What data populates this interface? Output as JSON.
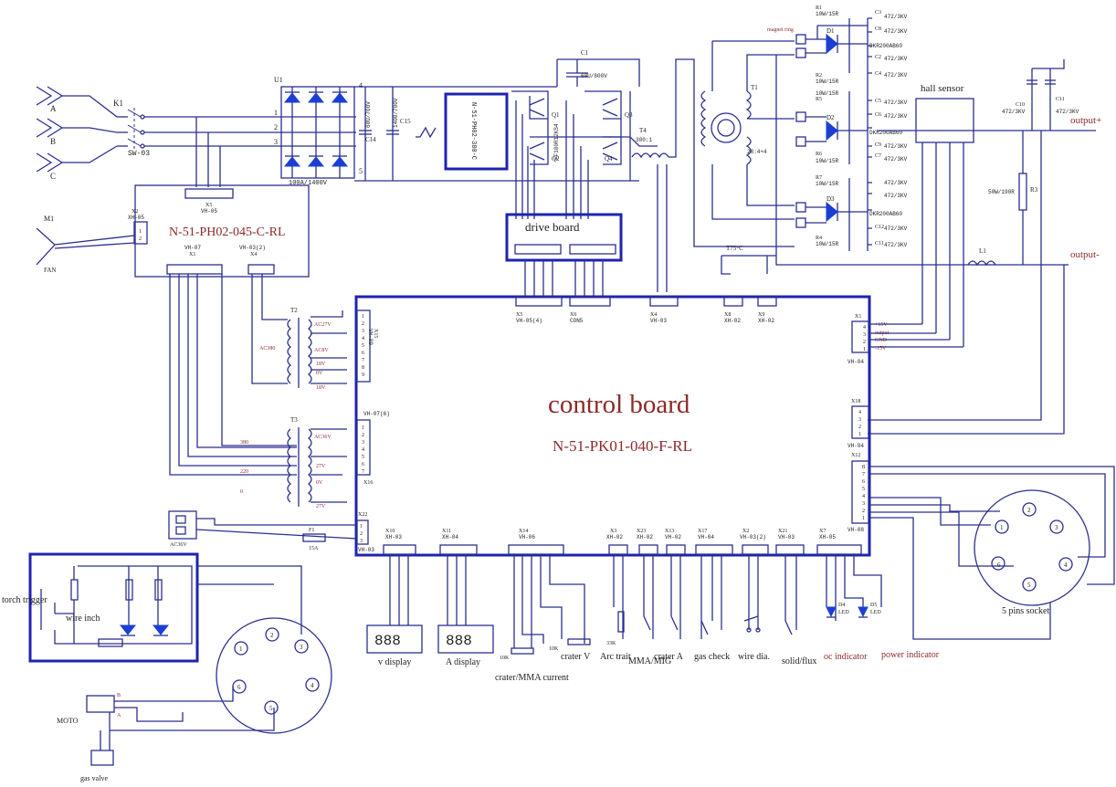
{
  "boards": {
    "control_title": "control board",
    "control_code": "N-51-PK01-040-F-RL",
    "power_code": "N-51-PH02-045-C-RL",
    "drive_title": "drive board",
    "module_code": "N-51-PH02-380-C"
  },
  "inputs": {
    "a": "A",
    "b": "B",
    "c": "C",
    "k1": "K1",
    "sw": "SW-03",
    "n1": "1",
    "n2": "2",
    "n3": "3",
    "n4": "4",
    "n5": "5"
  },
  "power": {
    "u1": "U1",
    "u1_rating": "100A/1400V",
    "c14": "C14",
    "c14_val": "60U/700V",
    "c15": "C15",
    "c15_val": "1400/700V",
    "x5": "X5",
    "x5_type": "VH-05",
    "x2": "X2",
    "x2_type": "XH-05",
    "x2_pins": [
      "1",
      "2"
    ],
    "m1": "M1",
    "fan": "FAN",
    "x1": "X1",
    "x1_type": "VH-07",
    "x4": "X4",
    "x4_type": "VH-03(2)"
  },
  "inverter": {
    "c1": "C1",
    "c1_val": "60U/800V",
    "q1": "Q1",
    "q2": "Q2",
    "q3": "Q3",
    "q4": "Q4",
    "igbt": "FF100R12KS4",
    "t4": "T4",
    "t4_ratio": "300:1",
    "t1": "T1",
    "t1_ratio": "28:4+4"
  },
  "rectifier": {
    "magnet": "magnet ring",
    "diodes": [
      "D1",
      "D2",
      "D3"
    ],
    "diode_type": "DKR200AB60",
    "resistors": [
      "R1",
      "R2",
      "R5",
      "R6",
      "R7",
      "R4"
    ],
    "r_val": "10W/15R",
    "caps": [
      "C3",
      "C8",
      "C2",
      "C4",
      "C5",
      "C6",
      "C9",
      "C7",
      "C12",
      "C11"
    ],
    "c_val": "472/3KV",
    "c10": "C10",
    "c11b": "C11",
    "r3": "R3",
    "r3_val": "50W/190R",
    "l1": "L1",
    "hall": "hall sensor",
    "out_pos": "output+",
    "out_neg": "output-",
    "t75": "T75°C"
  },
  "transformers": {
    "t2": "T2",
    "t2_ac": "AC380",
    "t2_taps": [
      "AC27V",
      "AC8V",
      "18V",
      "0V",
      "18V"
    ],
    "t3": "T3",
    "t3_in": [
      "380",
      "220",
      "0"
    ],
    "t3_taps": [
      "AC36V",
      "27V",
      "0V",
      "27V"
    ],
    "x15": "X15",
    "x15_type": "VH-09",
    "x16": "X16",
    "x16_type": "VH-07(6)",
    "pins9": [
      "1",
      "2",
      "3",
      "4",
      "5",
      "6",
      "7",
      "8",
      "9"
    ],
    "pins7": [
      "1",
      "2",
      "3",
      "4",
      "5",
      "6",
      "7"
    ]
  },
  "control_connectors": {
    "top": [
      {
        "id": "X5",
        "type": "VH-05(4)"
      },
      {
        "id": "X6",
        "type": "CON5"
      },
      {
        "id": "X4",
        "type": "VH-03"
      },
      {
        "id": "X8",
        "type": "XH-02"
      },
      {
        "id": "X9",
        "type": "XH-02"
      }
    ],
    "x1": "X1",
    "x1_type": "VH-04",
    "x1_labels": [
      "+15V",
      "output",
      "GND",
      "-15V"
    ],
    "x1_pins": [
      "4",
      "3",
      "2",
      "1"
    ],
    "x18": "X18",
    "x18_type": "VH-04",
    "x18_pins": [
      "4",
      "3",
      "2",
      "1"
    ],
    "x12": "X12",
    "x12_type": "VH-08",
    "x12_pins": [
      "8",
      "7",
      "6",
      "5",
      "4",
      "3",
      "2",
      "1"
    ],
    "x22": "X22",
    "x22_type": "VH-03",
    "x22_pins": [
      "1",
      "2",
      "3"
    ],
    "f1": "F1",
    "f1_val": "15A",
    "ac36": "AC36V",
    "bottom": [
      {
        "id": "X10",
        "type": "XH-03"
      },
      {
        "id": "X11",
        "type": "XH-04"
      },
      {
        "id": "X14",
        "type": "VH-06"
      },
      {
        "id": "X3",
        "type": "XH-02"
      },
      {
        "id": "X23",
        "type": "XH-02"
      },
      {
        "id": "X13",
        "type": "VH-02"
      },
      {
        "id": "X17",
        "type": "VH-04"
      },
      {
        "id": "X2",
        "type": "VH-03(2)"
      },
      {
        "id": "X21",
        "type": "VH-03"
      },
      {
        "id": "X7",
        "type": "XH-05"
      }
    ]
  },
  "peripherals": {
    "v_display": "v display",
    "a_display": "A display",
    "digits": "888",
    "r10k": "10K",
    "crater_mma": "crater/MMA current",
    "crater_v": "crater V",
    "arc_trait": "Arc trait",
    "r33k": "33K",
    "mma_mig": "MMA/MIG",
    "crater_a": "crater A",
    "gas_check": "gas check",
    "wire_dia": "wire dia.",
    "solid_flux": "solid/flux",
    "d4": "D4",
    "d5": "D5",
    "led": "LED",
    "oc": "oc indicator",
    "power_ind": "power indicator",
    "socket": "5 pins socket",
    "socket_pins": [
      "1",
      "2",
      "3",
      "4",
      "5"
    ],
    "torch": "torch trigger",
    "wire_inch": "wire inch",
    "moto": "MOTO",
    "mb": "B",
    "ma": "A",
    "gas_valve": "gas valve",
    "torch_pins": [
      "1",
      "2",
      "3",
      "4",
      "5"
    ]
  }
}
